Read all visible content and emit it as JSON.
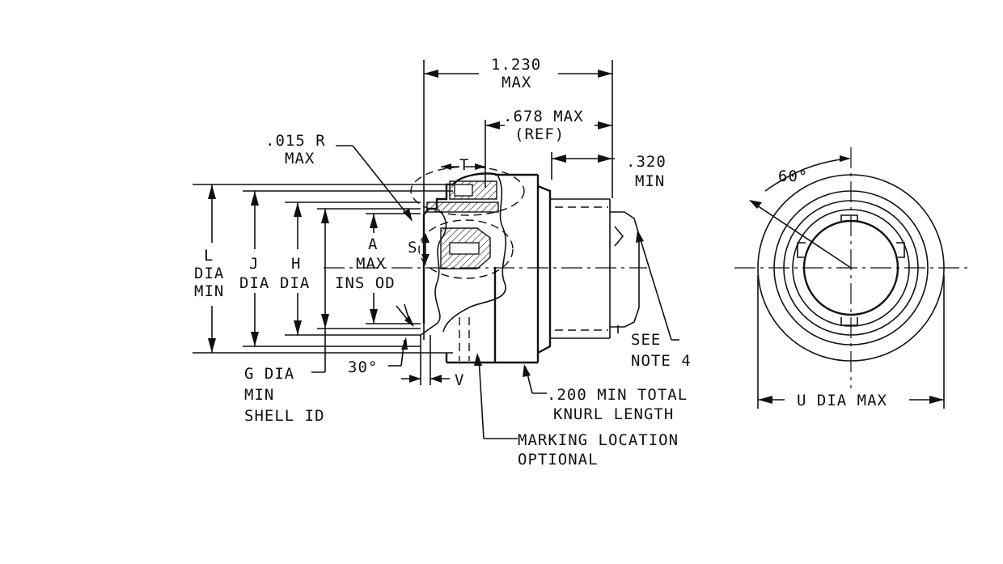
{
  "labels": {
    "overall_length": "1.230",
    "overall_length_max": "MAX",
    "rear_length": ".678 MAX",
    "rear_length_ref": "(REF)",
    "thread_length": ".320",
    "thread_length_min": "MIN",
    "radius": ".015 R",
    "radius_max": "MAX",
    "t": "T",
    "s": "S",
    "l_1": "L",
    "l_2": "DIA",
    "l_3": "MIN",
    "j_1": "J",
    "j_2": "DIA",
    "h_1": "H",
    "h_2": "DIA",
    "a_1": "A",
    "a_2": "MAX",
    "a_3": "INS OD",
    "angle_30": "30°",
    "v": "V",
    "g_1": "G DIA",
    "g_2": "MIN",
    "g_3": "SHELL ID",
    "knurl_1": ".200 MIN TOTAL",
    "knurl_2": "KNURL LENGTH",
    "marking_1": "MARKING LOCATION",
    "marking_2": "OPTIONAL",
    "see_1": "SEE",
    "see_2": "NOTE 4",
    "angle_60": "60°",
    "u_dia": "U DIA MAX"
  }
}
